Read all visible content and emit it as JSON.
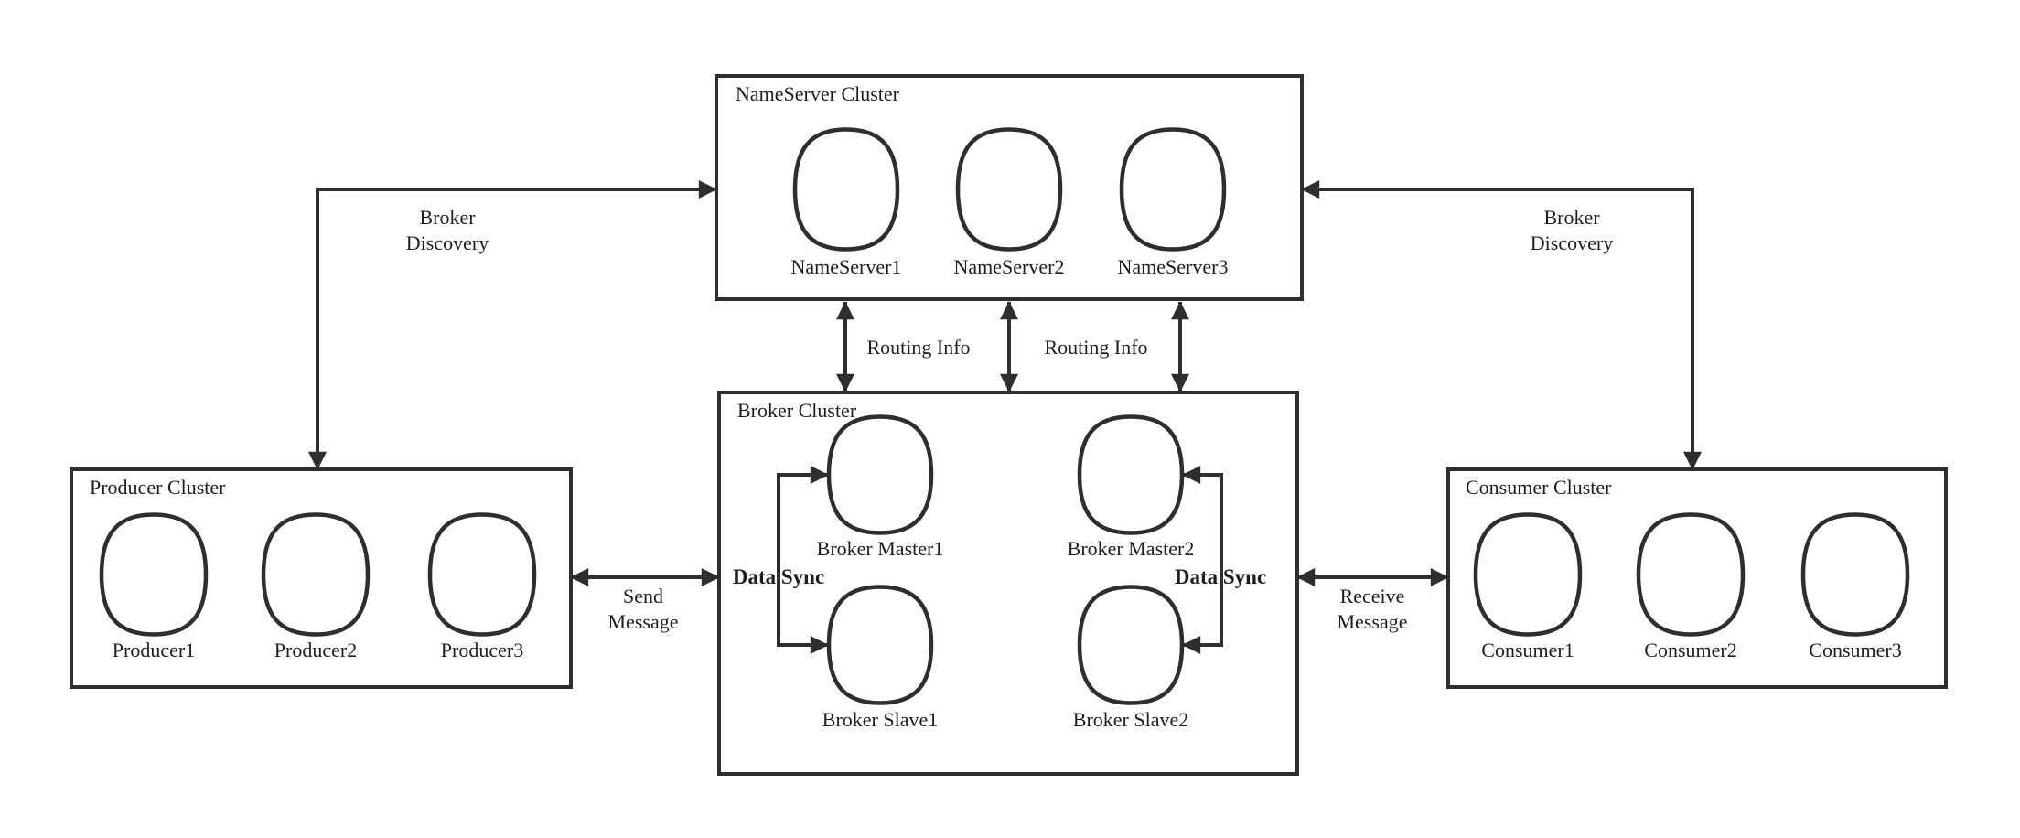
{
  "diagram": {
    "background_color": "#ffffff",
    "line_color": "#2e2e2e",
    "text_color": "#1e1e1e",
    "clusters": {
      "nameserver": {
        "title": "NameServer Cluster",
        "nodes": [
          "NameServer1",
          "NameServer2",
          "NameServer3"
        ]
      },
      "broker": {
        "title": "Broker Cluster",
        "nodes": [
          "Broker Master1",
          "Broker Master2",
          "Broker Slave1",
          "Broker Slave2"
        ]
      },
      "producer": {
        "title": "Producer Cluster",
        "nodes": [
          "Producer1",
          "Producer2",
          "Producer3"
        ]
      },
      "consumer": {
        "title": "Consumer Cluster",
        "nodes": [
          "Consumer1",
          "Consumer2",
          "Consumer3"
        ]
      }
    },
    "edge_labels": {
      "broker_discovery_left": {
        "line1": "Broker",
        "line2": "Discovery"
      },
      "broker_discovery_right": {
        "line1": "Broker",
        "line2": "Discovery"
      },
      "routing_info_left": "Routing Info",
      "routing_info_right": "Routing Info",
      "send_message": {
        "line1": "Send",
        "line2": "Message"
      },
      "receive_message": {
        "line1": "Receive",
        "line2": "Message"
      },
      "data_sync_left": "Data Sync",
      "data_sync_right": "Data Sync"
    }
  }
}
